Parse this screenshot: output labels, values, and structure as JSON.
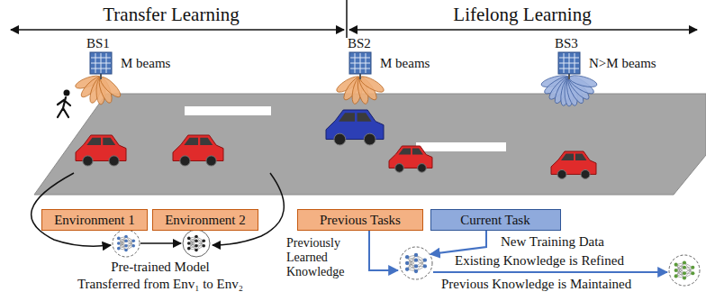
{
  "diagram": {
    "nodes": [
      {
        "text": [
          "Environment 1"
        ]
      },
      {
        "text": [
          "Environment 2"
        ]
      },
      {
        "text": [
          "Previous Tasks"
        ]
      },
      {
        "text": [
          "Current Task"
        ]
      }
    ],
    "labels": [
      "Transfer Learning",
      "Lifelong Learning",
      "BS1",
      "M beams",
      "BS2",
      "M beams",
      "BS3",
      "N>M beams",
      "Pre-trained Model",
      "Transferred from Env₁ to Env₂",
      "Previously Learned Knowledge",
      "New Training Data",
      "Existing Knowledge is Refined",
      "Previous Knowledge is Maintained"
    ]
  }
}
